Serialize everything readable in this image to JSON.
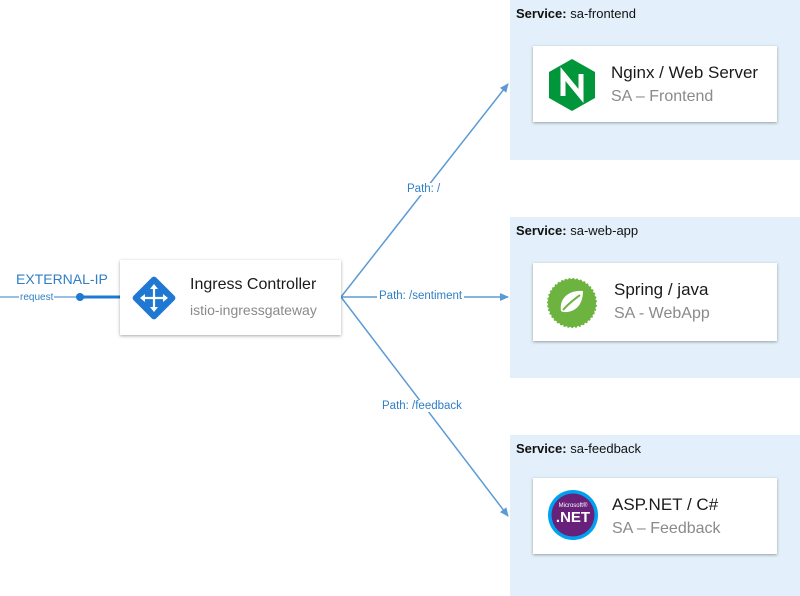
{
  "external": {
    "label": "EXTERNAL-IP",
    "request": "request"
  },
  "ingress": {
    "title": "Ingress Controller",
    "subtitle": "istio-ingressgateway"
  },
  "paths": {
    "frontend": "Path: /",
    "webapp": "Path: /sentiment",
    "feedback": "Path: /feedback"
  },
  "services": {
    "frontend": {
      "prefix": "Service:",
      "name": "sa-frontend",
      "title": "Nginx / Web Server",
      "subtitle": "SA – Frontend",
      "logo_text": "N"
    },
    "webapp": {
      "prefix": "Service:",
      "name": "sa-web-app",
      "title": "Spring / java",
      "subtitle": "SA - WebApp"
    },
    "feedback": {
      "prefix": "Service:",
      "name": "sa-feedback",
      "title": "ASP.NET / C#",
      "subtitle": "SA – Feedback",
      "logo_small": "Microsoft®",
      "logo_text": ".NET"
    }
  },
  "colors": {
    "line": "#5b9bd5",
    "ingress": "#1f78d1",
    "panel": "#e3f0fb",
    "nginx": "#009639",
    "spring": "#6db33f",
    "dotnet": "#68217a"
  }
}
